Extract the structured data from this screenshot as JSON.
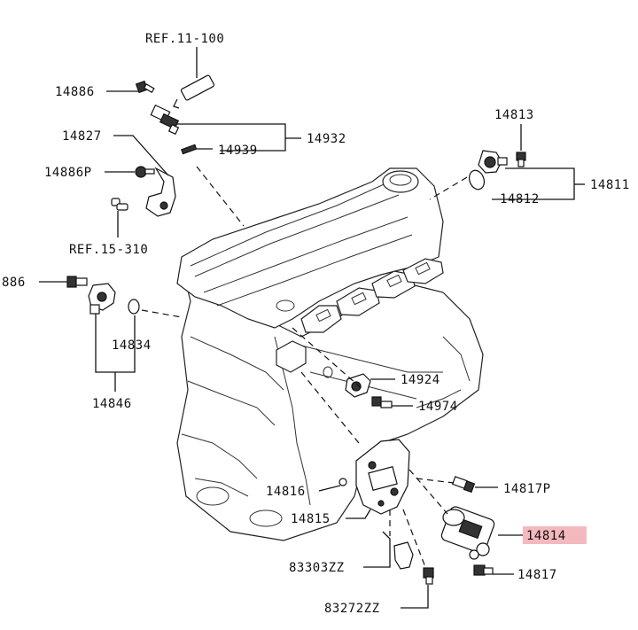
{
  "diagram": {
    "labels": {
      "ref_11_100": "REF.11-100",
      "p14886_top": "14886",
      "p14827": "14827",
      "p14886p": "14886P",
      "ref_15_310": "REF.15-310",
      "p14932": "14932",
      "p14939": "14939",
      "p14813": "14813",
      "p14811": "14811",
      "p14812": "14812",
      "p14886_left": "886",
      "p14834": "14834",
      "p14846": "14846",
      "p14924": "14924",
      "p14974": "14974",
      "p14816": "14816",
      "p14815": "14815",
      "p14817p": "14817P",
      "p14814": "14814",
      "p14817": "14817",
      "p83303zz": "83303ZZ",
      "p83272zz": "83272ZZ"
    },
    "highlight_color": "#f4b8bf"
  }
}
